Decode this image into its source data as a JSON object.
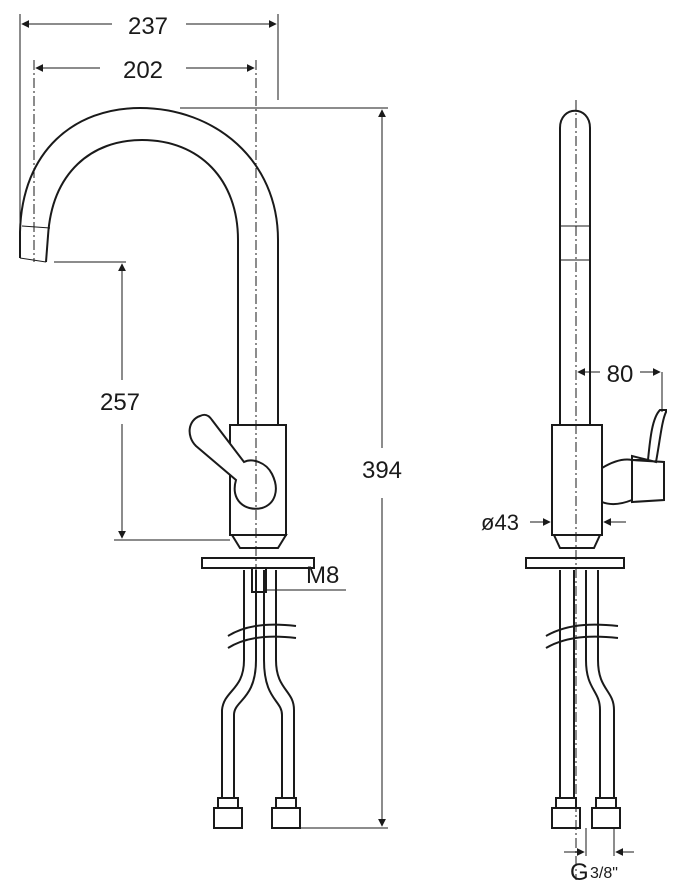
{
  "dimensions": {
    "width_237": "237",
    "width_202": "202",
    "height_394": "394",
    "height_257": "257",
    "thread_m8": "M8",
    "side_80": "80",
    "diameter_43": "ø43",
    "connector_g": "G",
    "connector_frac": "3/8\""
  }
}
